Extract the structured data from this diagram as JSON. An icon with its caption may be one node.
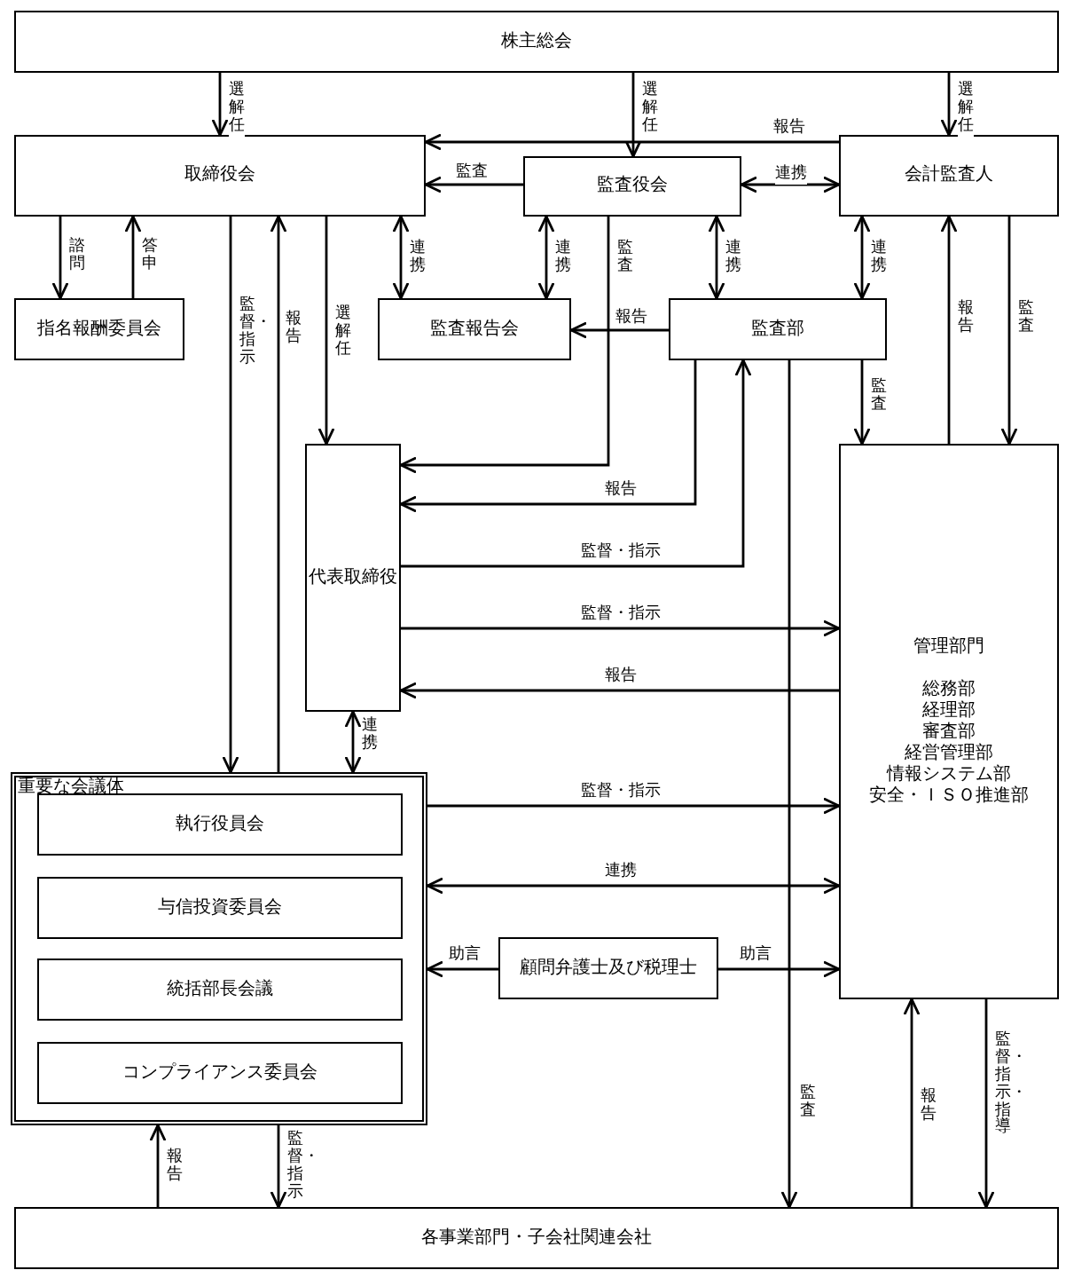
{
  "diagram": {
    "nodes": [
      {
        "text": [
          "株主総会"
        ]
      },
      {
        "text": [
          "取締役会"
        ]
      },
      {
        "text": [
          "監査役会"
        ]
      },
      {
        "text": [
          "会計監査人"
        ]
      },
      {
        "text": [
          "指名報酬委員会"
        ]
      },
      {
        "text": [
          "監査報告会"
        ]
      },
      {
        "text": [
          "監査部"
        ]
      },
      {
        "text": [
          "代表取締役"
        ]
      },
      {
        "text": [
          "管理部門",
          "総務部",
          "経理部",
          "審査部",
          "経営管理部",
          "情報システム部",
          "安全・ＩＳＯ推進部"
        ]
      },
      {
        "text": [
          "重要な会議体"
        ]
      },
      {
        "text": [
          "執行役員会"
        ],
        "in": 9
      },
      {
        "text": [
          "与信投資委員会"
        ],
        "in": 9
      },
      {
        "text": [
          "統括部長会議"
        ],
        "in": 9
      },
      {
        "text": [
          "コンプライアンス委員会"
        ],
        "in": 9
      },
      {
        "text": [
          "顧問弁護士及び税理士"
        ]
      },
      {
        "text": [
          "各事業部門・子会社関連会社"
        ]
      }
    ],
    "edges": [
      {
        "from": 0,
        "to": 1,
        "arrow": "to",
        "label": "選解任"
      },
      {
        "from": 0,
        "to": 2,
        "arrow": "to",
        "label": "選解任"
      },
      {
        "from": 0,
        "to": 3,
        "arrow": "to",
        "label": "選解任"
      },
      {
        "from": 3,
        "to": 1,
        "arrow": "to",
        "label": "報告"
      },
      {
        "from": 2,
        "to": 1,
        "arrow": "to",
        "label": "監査"
      },
      {
        "from": 2,
        "to": 3,
        "arrow": "both",
        "label": "連携"
      },
      {
        "from": 1,
        "to": 4,
        "arrow": "to",
        "label": "諮問"
      },
      {
        "from": 4,
        "to": 1,
        "arrow": "to",
        "label": "答申"
      },
      {
        "from": 1,
        "to": 9,
        "arrow": "to",
        "label": "監督・指示"
      },
      {
        "from": 9,
        "to": 1,
        "arrow": "to",
        "label": "報告"
      },
      {
        "from": 1,
        "to": 7,
        "arrow": "to",
        "label": "選解任"
      },
      {
        "from": 1,
        "to": 5,
        "arrow": "both",
        "label": "連携"
      },
      {
        "from": 2,
        "to": 5,
        "arrow": "both",
        "label": "連携"
      },
      {
        "from": 2,
        "to": 7,
        "arrow": "to",
        "label": "監査"
      },
      {
        "from": 2,
        "to": 6,
        "arrow": "both",
        "label": "連携"
      },
      {
        "from": 3,
        "to": 6,
        "arrow": "both",
        "label": "連携"
      },
      {
        "from": 6,
        "to": 5,
        "arrow": "to",
        "label": "報告"
      },
      {
        "from": 6,
        "to": 7,
        "arrow": "to",
        "label": "報告"
      },
      {
        "from": 7,
        "to": 6,
        "arrow": "to",
        "label": "監督・指示"
      },
      {
        "from": 7,
        "to": 8,
        "arrow": "to",
        "label": "監督・指示"
      },
      {
        "from": 8,
        "to": 7,
        "arrow": "to",
        "label": "報告"
      },
      {
        "from": 6,
        "to": 8,
        "arrow": "to",
        "label": "監査"
      },
      {
        "from": 8,
        "to": 3,
        "arrow": "to",
        "label": "報告"
      },
      {
        "from": 3,
        "to": 8,
        "arrow": "to",
        "label": "監査"
      },
      {
        "from": 7,
        "to": 9,
        "arrow": "both",
        "label": "連携"
      },
      {
        "from": 9,
        "to": 8,
        "arrow": "to",
        "label": "監督・指示"
      },
      {
        "from": 9,
        "to": 8,
        "arrow": "both",
        "label": "連携"
      },
      {
        "from": 14,
        "to": 9,
        "arrow": "to",
        "label": "助言"
      },
      {
        "from": 14,
        "to": 8,
        "arrow": "to",
        "label": "助言"
      },
      {
        "from": 6,
        "to": 15,
        "arrow": "to",
        "label": "監査"
      },
      {
        "from": 15,
        "to": 9,
        "arrow": "to",
        "label": "報告"
      },
      {
        "from": 9,
        "to": 15,
        "arrow": "to",
        "label": "監督・指示"
      },
      {
        "from": 15,
        "to": 8,
        "arrow": "to",
        "label": "報告"
      },
      {
        "from": 8,
        "to": 15,
        "arrow": "to",
        "label": "監督・指示・指導"
      }
    ]
  }
}
